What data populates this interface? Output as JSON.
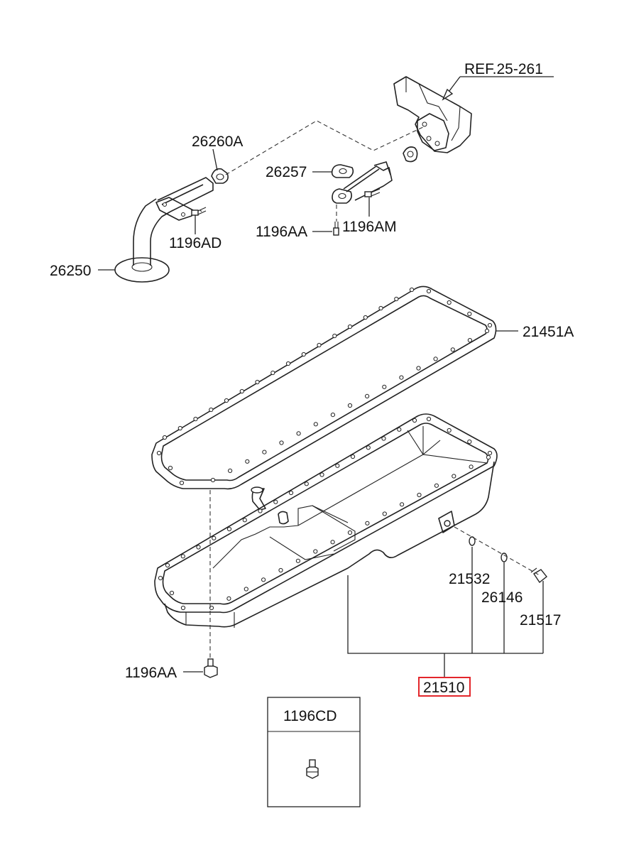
{
  "labels": {
    "ref": "REF.25-261",
    "p26260A": "26260A",
    "p26257": "26257",
    "p1196AD": "1196AD",
    "p1196AA_top": "1196AA",
    "p1196AM": "1196AM",
    "p26250": "26250",
    "p21451A": "21451A",
    "p21532": "21532",
    "p26146": "26146",
    "p21517": "21517",
    "p21510": "21510",
    "p1196AA_bottom": "1196AA",
    "p1196CD": "1196CD"
  },
  "colors": {
    "highlight": "#e3262b",
    "line": "#222222"
  },
  "highlighted_part": "21510"
}
